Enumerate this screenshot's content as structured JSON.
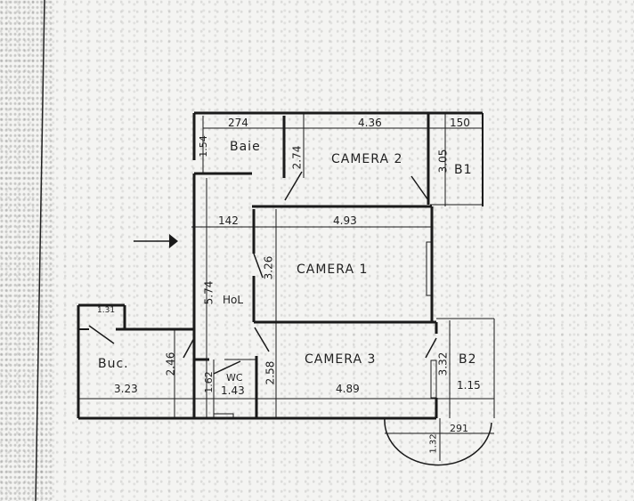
{
  "plan": {
    "rooms": {
      "baie": "Baie",
      "camera2": "CAMERA 2",
      "b1": "B1",
      "camera1": "CAMERA 1",
      "hol": "HoL",
      "buc": "Buc.",
      "wc": "WC",
      "camera3": "CAMERA 3",
      "b2": "B2"
    },
    "dimensions": {
      "baie_width": "274",
      "camera2_width": "4.36",
      "b1_width": "150",
      "baie_height": "1.54",
      "camera2_left_height": "2.74",
      "camera2_height": "3.05",
      "hol_width": "142",
      "camera1_width": "4.93",
      "camera1_height": "3.26",
      "hol_height": "5.74",
      "pantry_width": "1.31",
      "buc_height": "2.46",
      "buc_width": "3.23",
      "wc_height": "1.62",
      "wc_width": "1.43",
      "camera3_left_height": "2.58",
      "camera3_width": "4.89",
      "camera3_height": "3.32",
      "b2_width": "1.15",
      "balcony_width": "291",
      "balcony_depth": "1.32"
    },
    "annotations": {
      "entry_arrow": "entrance-arrow"
    }
  }
}
